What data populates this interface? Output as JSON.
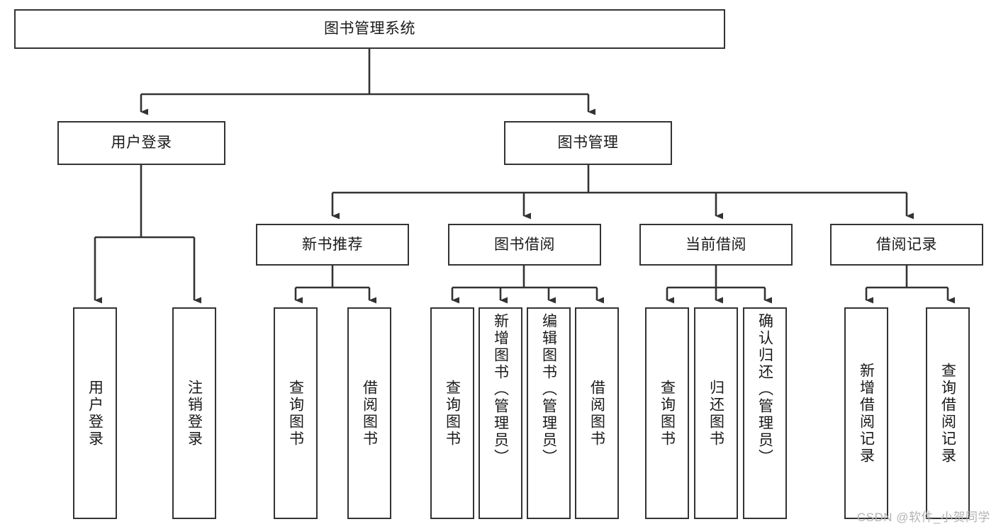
{
  "diagram": {
    "type": "tree-hierarchy",
    "title": "图书管理系统",
    "root": {
      "label": "图书管理系统"
    },
    "level1": [
      {
        "label": "用户登录"
      },
      {
        "label": "图书管理"
      }
    ],
    "level2": [
      {
        "label": "新书推荐"
      },
      {
        "label": "图书借阅"
      },
      {
        "label": "当前借阅"
      },
      {
        "label": "借阅记录"
      }
    ],
    "leaves": {
      "user_login": [
        {
          "label": "用户登录"
        },
        {
          "label": "注销登录"
        }
      ],
      "new_book_recommend": [
        {
          "label": "查询图书"
        },
        {
          "label": "借阅图书"
        }
      ],
      "book_borrow": [
        {
          "label": "查询图书"
        },
        {
          "label": "新增图书（管理员）"
        },
        {
          "label": "编辑图书（管理员）"
        },
        {
          "label": "借阅图书"
        }
      ],
      "current_borrow": [
        {
          "label": "查询图书"
        },
        {
          "label": "归还图书"
        },
        {
          "label": "确认归还（管理员）"
        }
      ],
      "borrow_record": [
        {
          "label": "新增借阅记录"
        },
        {
          "label": "查询借阅记录"
        }
      ]
    }
  },
  "watermark": {
    "text": "CSDN @软件_小贺同学"
  },
  "colors": {
    "box_border": "#333333",
    "box_fill": "#ffffff",
    "text": "#1a1a1a",
    "line": "#333333",
    "watermark": "#b3b3b3",
    "background": "#ffffff"
  }
}
